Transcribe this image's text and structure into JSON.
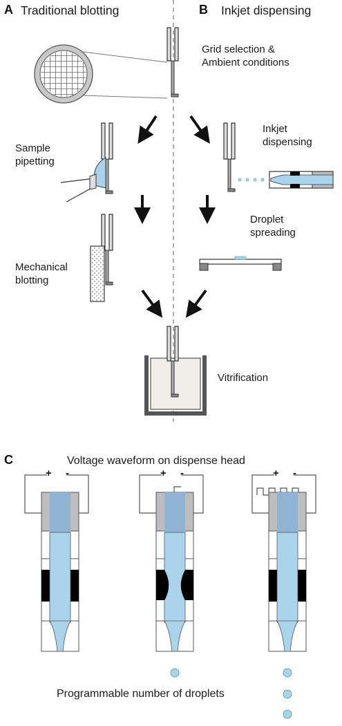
{
  "panel_a": {
    "letter": "A",
    "title": "Traditional blotting"
  },
  "panel_b": {
    "letter": "B",
    "title": "Inkjet dispensing"
  },
  "panel_c": {
    "letter": "C",
    "title": "Voltage waveform on dispense head"
  },
  "steps": {
    "grid_line1": "Grid selection &",
    "grid_line2": "Ambient conditions",
    "pipetting_line1": "Sample",
    "pipetting_line2": "pipetting",
    "inkjet_line1": "Inkjet",
    "inkjet_line2": "dispensing",
    "spreading_line1": "Droplet",
    "spreading_line2": "spreading",
    "blotting_line1": "Mechanical",
    "blotting_line2": "blotting",
    "vitrification": "Vitrification"
  },
  "polarity": {
    "plus": "+",
    "minus": "-"
  },
  "droplets_caption": "Programmable number of droplets",
  "colors": {
    "liquid": "#a9d4ec",
    "liquid_dark": "#8fb4d4",
    "grey": "#bdbdbd",
    "black": "#000000",
    "line": "#555555"
  }
}
